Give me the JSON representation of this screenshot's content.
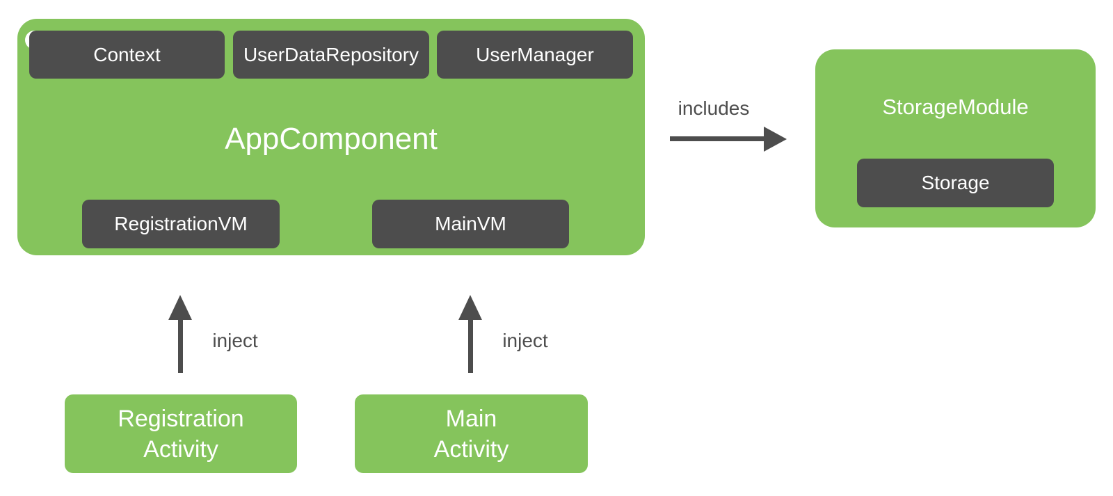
{
  "colors": {
    "node_green": "#85C45C",
    "node_dark": "#4D4D4D",
    "arrow_gray": "#4D4D4D",
    "text_white": "#FFFFFF"
  },
  "diagram": {
    "app_component": {
      "title": "AppComponent",
      "provided": [
        {
          "label": "Context"
        },
        {
          "label": "UserDataRepository"
        },
        {
          "label": "UserManager"
        }
      ],
      "view_models": [
        {
          "label": "RegistrationVM"
        },
        {
          "label": "MainVM"
        }
      ]
    },
    "storage_module": {
      "title": "StorageModule",
      "children": [
        {
          "label": "Storage"
        }
      ]
    },
    "activities": [
      {
        "line1": "Registration",
        "line2": "Activity"
      },
      {
        "line1": "Main",
        "line2": "Activity"
      }
    ],
    "edges": {
      "includes": {
        "label": "includes"
      },
      "inject_registration": {
        "label": "inject"
      },
      "inject_main": {
        "label": "inject"
      }
    }
  }
}
